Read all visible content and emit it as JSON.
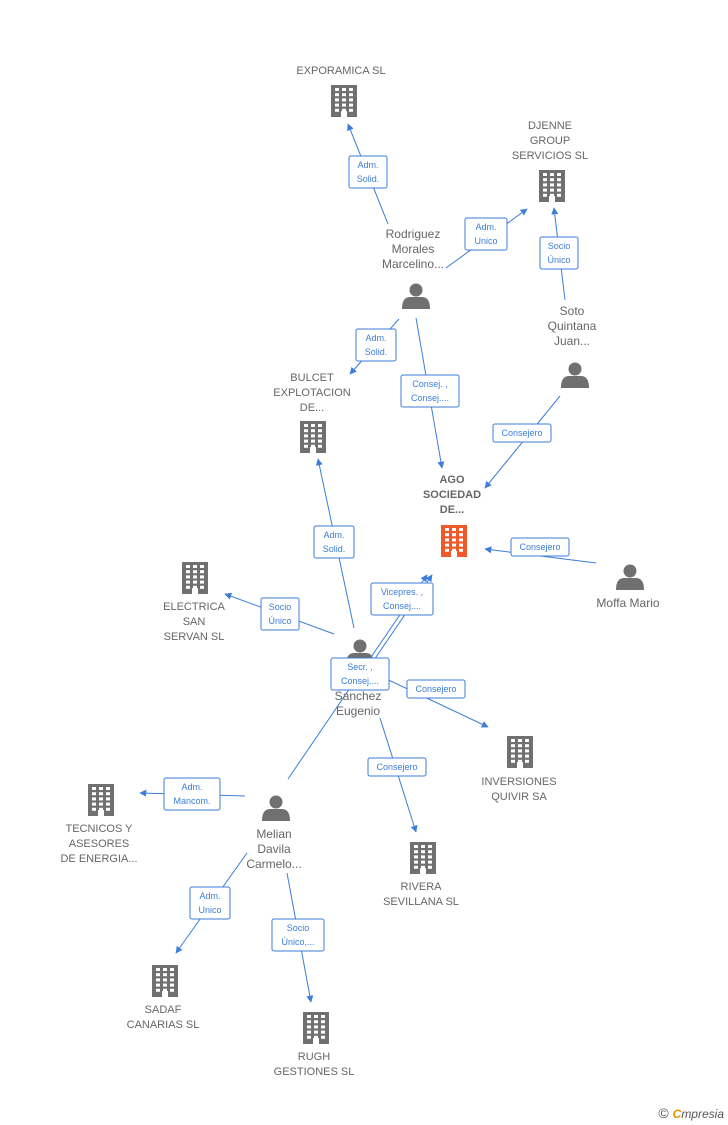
{
  "colors": {
    "edge": "#3b7dd8",
    "node_icon": "#707070",
    "focus_icon": "#f05a28",
    "label": "#666666"
  },
  "nodes": [
    {
      "id": "exporamica",
      "type": "company",
      "label": [
        "EXPORAMICA SL"
      ]
    },
    {
      "id": "djenne",
      "type": "company",
      "label": [
        "DJENNE",
        "GROUP",
        "SERVICIOS SL"
      ]
    },
    {
      "id": "rodriguez",
      "type": "person",
      "label": [
        "Rodriguez",
        "Morales",
        "Marcelino..."
      ]
    },
    {
      "id": "soto",
      "type": "person",
      "label": [
        "Soto",
        "Quintana",
        "Juan..."
      ]
    },
    {
      "id": "bulcet",
      "type": "company",
      "label": [
        "BULCET",
        "EXPLOTACION",
        "DE..."
      ]
    },
    {
      "id": "ago",
      "type": "company",
      "focus": true,
      "label": [
        "AGO",
        "SOCIEDAD",
        "DE..."
      ]
    },
    {
      "id": "moffa",
      "type": "person",
      "label": [
        "Moffa Mario"
      ]
    },
    {
      "id": "electrica",
      "type": "company",
      "label": [
        "ELECTRICA",
        "SAN",
        "SERVAN SL"
      ]
    },
    {
      "id": "sanchez",
      "type": "person",
      "label": [
        "Sanchez",
        "Eugenio"
      ]
    },
    {
      "id": "inversiones",
      "type": "company",
      "label": [
        "INVERSIONES",
        "QUIVIR SA"
      ]
    },
    {
      "id": "tecnicos",
      "type": "company",
      "label": [
        "TECNICOS Y",
        "ASESORES",
        "DE ENERGIA..."
      ]
    },
    {
      "id": "melian",
      "type": "person",
      "label": [
        "Melian",
        "Davila",
        "Carmelo..."
      ]
    },
    {
      "id": "rivera",
      "type": "company",
      "label": [
        "RIVERA",
        "SEVILLANA SL"
      ]
    },
    {
      "id": "sadaf",
      "type": "company",
      "label": [
        "SADAF",
        "CANARIAS SL"
      ]
    },
    {
      "id": "rugh",
      "type": "company",
      "label": [
        "RUGH",
        "GESTIONES SL"
      ]
    }
  ],
  "edges": [
    {
      "id": "e1",
      "from": "rodriguez",
      "to": "exporamica",
      "label": [
        "Adm.",
        "Solid."
      ]
    },
    {
      "id": "e2",
      "from": "rodriguez",
      "to": "djenne",
      "label": [
        "Adm.",
        "Unico"
      ]
    },
    {
      "id": "e3",
      "from": "soto",
      "to": "djenne",
      "label": [
        "Socio",
        "Único"
      ]
    },
    {
      "id": "e4",
      "from": "rodriguez",
      "to": "bulcet",
      "label": [
        "Adm.",
        "Solid."
      ]
    },
    {
      "id": "e5",
      "from": "rodriguez",
      "to": "ago",
      "label": [
        "Consej. ,",
        "Consej...."
      ]
    },
    {
      "id": "e6",
      "from": "soto",
      "to": "ago",
      "label": [
        "Consejero"
      ]
    },
    {
      "id": "e7",
      "from": "moffa",
      "to": "ago",
      "label": [
        "Consejero"
      ]
    },
    {
      "id": "e8",
      "from": "sanchez",
      "to": "bulcet",
      "label": [
        "Adm.",
        "Solid."
      ]
    },
    {
      "id": "e9",
      "from": "sanchez",
      "to": "electrica",
      "label": [
        "Socio",
        "Único"
      ]
    },
    {
      "id": "e10",
      "from": "sanchez",
      "to": "ago",
      "label": [
        "Vicepres. ,",
        "Consej...."
      ]
    },
    {
      "id": "e11",
      "from": "melian",
      "to": "ago",
      "label": [
        "Secr. ,",
        "Consej...."
      ]
    },
    {
      "id": "e12",
      "from": "sanchez",
      "to": "inversiones",
      "label": [
        "Consejero"
      ]
    },
    {
      "id": "e13",
      "from": "sanchez",
      "to": "rivera",
      "label": [
        "Consejero"
      ]
    },
    {
      "id": "e14",
      "from": "melian",
      "to": "tecnicos",
      "label": [
        "Adm.",
        "Mancom."
      ]
    },
    {
      "id": "e15",
      "from": "melian",
      "to": "sadaf",
      "label": [
        "Adm.",
        "Unico"
      ]
    },
    {
      "id": "e16",
      "from": "melian",
      "to": "rugh",
      "label": [
        "Socio",
        "Único,..."
      ]
    }
  ],
  "brand": {
    "copyright": "©",
    "name_first": "C",
    "name_rest": "mpresia"
  }
}
